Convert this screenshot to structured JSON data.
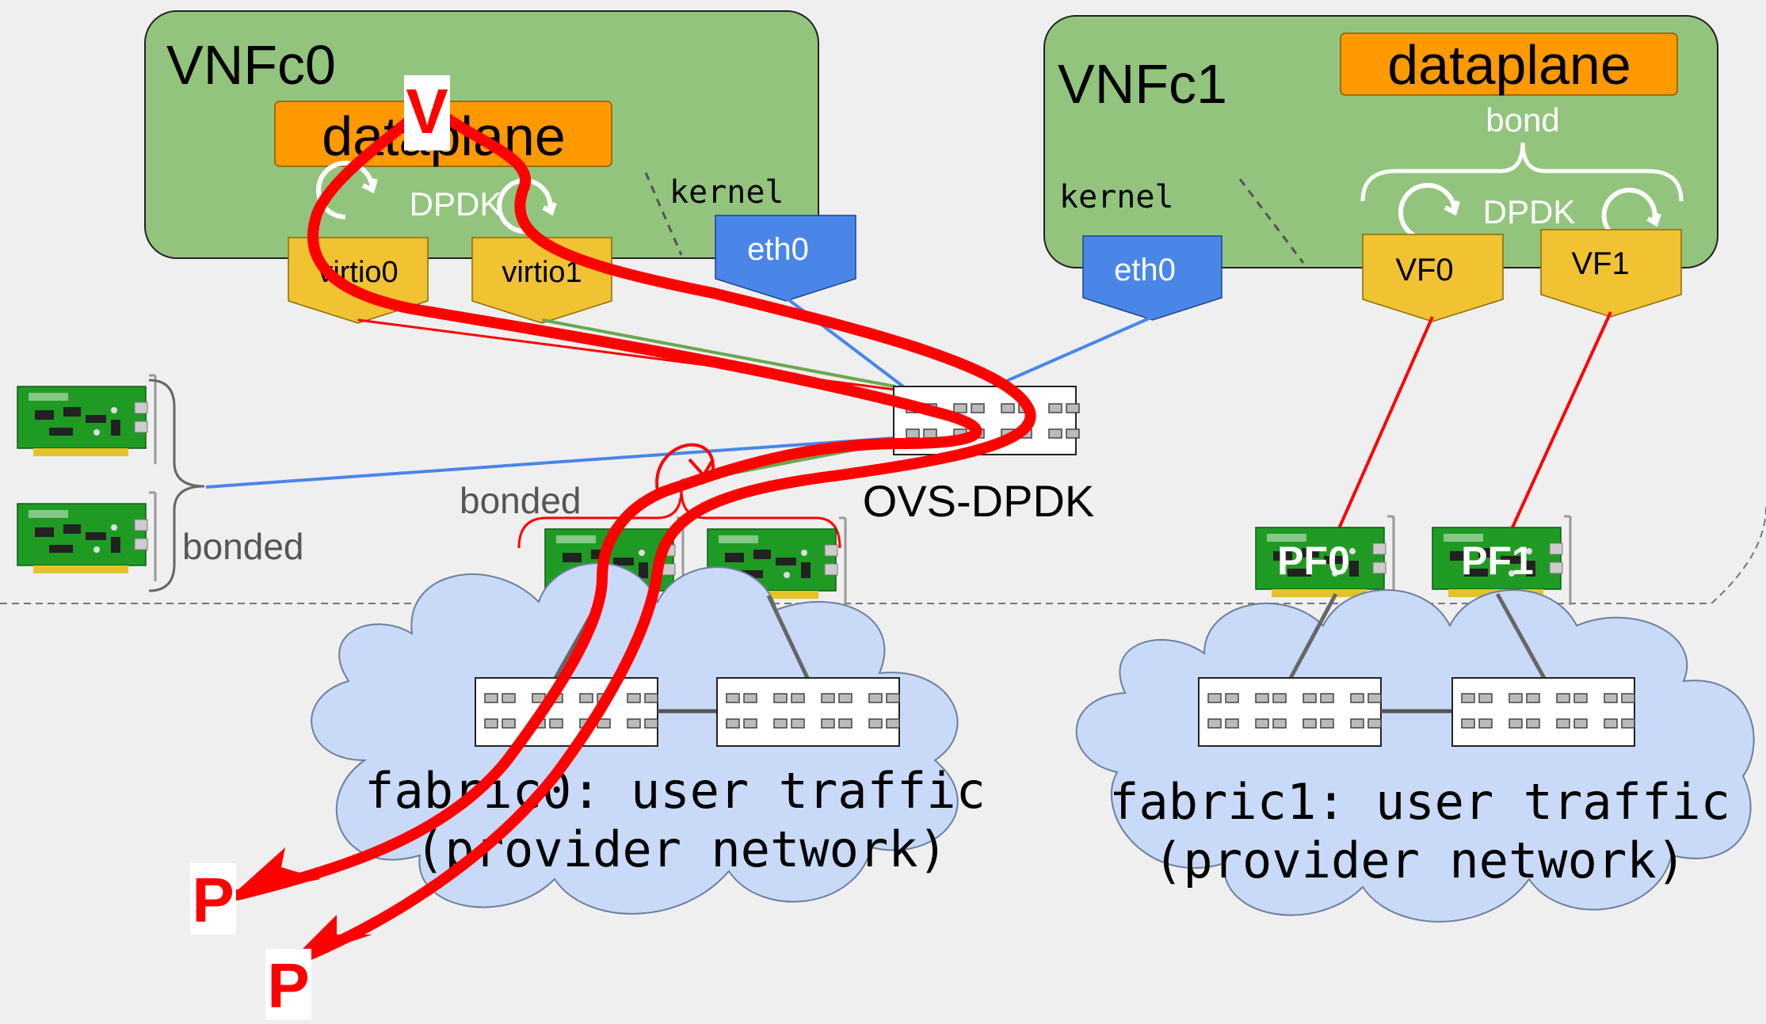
{
  "vnfc0": {
    "title": "VNFc0",
    "dataplane": "dataplane",
    "dpdk": "DPDK",
    "kernel": "kernel",
    "ports": [
      "virtio0",
      "virtio1"
    ],
    "eth": "eth0"
  },
  "vnfc1": {
    "title": "VNFc1",
    "dataplane": "dataplane",
    "bond": "bond",
    "dpdk": "DPDK",
    "kernel": "kernel",
    "ports": [
      "VF0",
      "VF1"
    ],
    "eth": "eth0"
  },
  "ovs": {
    "label": "OVS-DPDK"
  },
  "nics": {
    "left_bonded": "bonded",
    "center_bonded": "bonded",
    "pf0": "PF0",
    "pf1": "PF1"
  },
  "fabric0": {
    "line1": "fabric0: user traffic",
    "line2": "(provider network)"
  },
  "fabric1": {
    "line1": "fabric1: user traffic",
    "line2": "(provider network)"
  },
  "markers": {
    "v": "V",
    "p1": "P",
    "p2": "P"
  },
  "colors": {
    "vnf_green": "#93c47d",
    "dataplane_orange": "#ff9900",
    "port_yellow": "#f1c232",
    "eth_blue": "#4a86e8",
    "cloud_blue": "#c9daf8",
    "path_red": "#ff0000",
    "link_green": "#6aa84f",
    "link_blue": "#4a86e8"
  }
}
